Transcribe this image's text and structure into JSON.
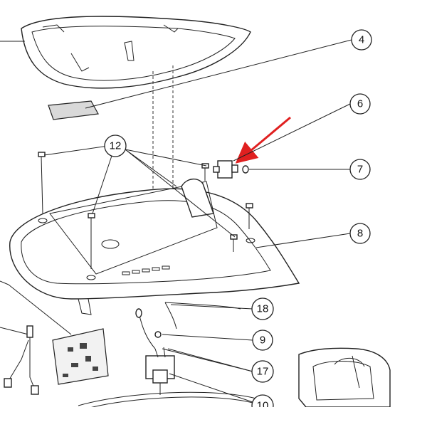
{
  "callouts": [
    {
      "id": "c4",
      "label": "4"
    },
    {
      "id": "c6",
      "label": "6"
    },
    {
      "id": "c7",
      "label": "7"
    },
    {
      "id": "c8",
      "label": "8"
    },
    {
      "id": "c9",
      "label": "9"
    },
    {
      "id": "c12",
      "label": "12"
    },
    {
      "id": "c17",
      "label": "17"
    },
    {
      "id": "c18",
      "label": "18"
    },
    {
      "id": "c10",
      "label": "10"
    }
  ],
  "colors": {
    "arrow": "#e02020",
    "line": "#222222",
    "shade": "#d9d9d9"
  }
}
